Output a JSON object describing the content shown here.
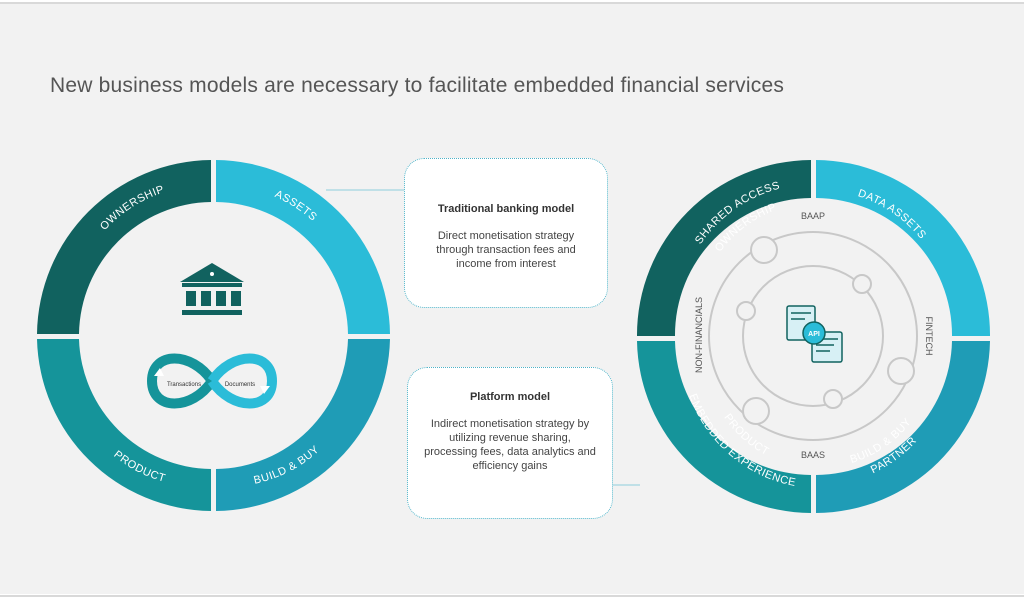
{
  "headline": "New business models are necessary to facilitate embedded financial services",
  "left_wheel": {
    "segments": {
      "top_left": "OWNERSHIP",
      "top_right": "ASSETS",
      "bottom_left": "PRODUCT",
      "bottom_right": "BUILD & BUY"
    },
    "icons": {
      "center_top": "bank-icon",
      "center_bottom": "infinity-icon"
    },
    "loop_labels": {
      "left": "Transactions",
      "right": "Documents"
    }
  },
  "right_wheel": {
    "segments": {
      "top_left": [
        "SHARED ACCESS",
        "OWNERSHIP"
      ],
      "top_right": "DATA ASSETS",
      "bottom_left": [
        "EMBEDDED EXPERIENCE",
        "PRODUCT"
      ],
      "bottom_right": [
        "PARTNER",
        "BUILD & BUY"
      ]
    },
    "orbit_labels": {
      "top": "BAAP",
      "bottom": "BAAS",
      "left": "NON-FINANCIALS",
      "right": "FINTECH"
    },
    "center_icon": "api-icon",
    "center_label": "API"
  },
  "cards": [
    {
      "title": "Traditional banking model",
      "body": "Direct monetisation strategy through transaction fees and income from interest"
    },
    {
      "title": "Platform model",
      "body": "Indirect monetisation strategy by utilizing revenue sharing, processing fees, data analytics and efficiency gains"
    }
  ],
  "colors": {
    "dark_teal": "#11625f",
    "cyan": "#2bbcd8",
    "teal": "#15949a",
    "blue_teal": "#1f9cb6",
    "background": "#f2f2f2",
    "card_border": "#4fb3c8"
  }
}
